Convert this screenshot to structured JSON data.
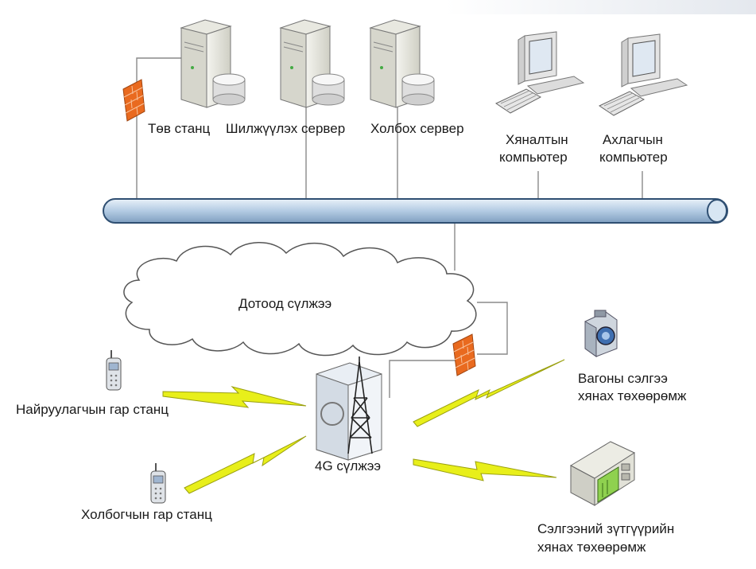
{
  "servers": {
    "main_station": "Төв станц",
    "switch_server": "Шилжүүлэх сервер",
    "link_server": "Холбох сервер"
  },
  "computers": {
    "monitoring": [
      "Хяналтын",
      "компьютер"
    ],
    "chief": [
      "Ахлагчын",
      "компьютер"
    ]
  },
  "network": {
    "internal": "Дотоод сүлжээ",
    "fourg": "4G сүлжээ"
  },
  "devices": {
    "dispatcher_radio": "Найруулагчын гар станц",
    "coupler_radio": "Холбогчын гар станц",
    "wagon_monitor": [
      "Вагоны сэлгээ",
      "хянах төхөөрөмж"
    ],
    "coupling_monitor": [
      "Сэлгээний зүтгүүрийн",
      "хянах төхөөрөмж"
    ]
  },
  "colors": {
    "bus_fill": "#c6d9ec",
    "bus_stroke": "#2f4f72",
    "firewall": "#e96a1f",
    "lightning": "#e8ef1a",
    "line": "#8a8a8a"
  }
}
